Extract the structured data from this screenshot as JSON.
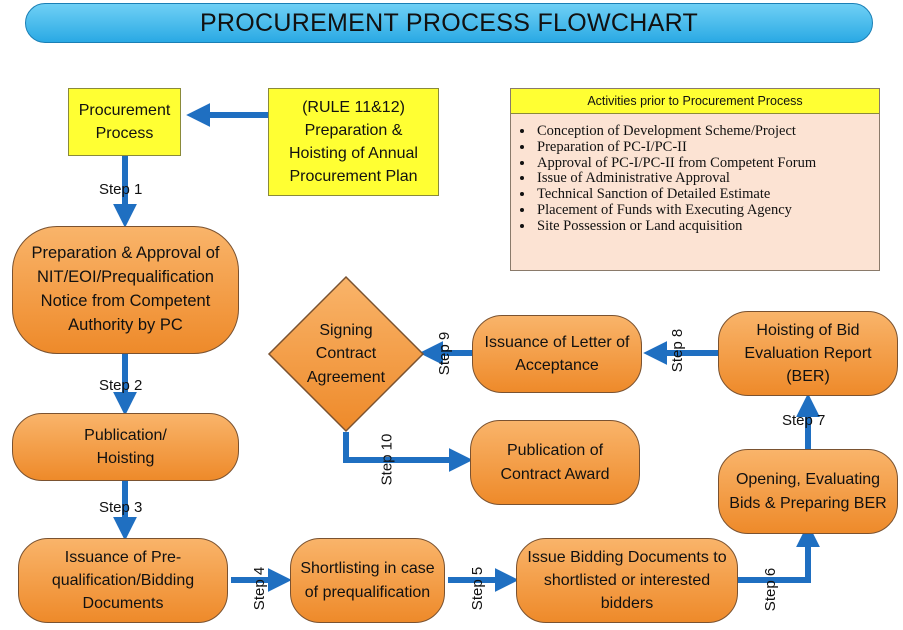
{
  "title": "PROCUREMENT PROCESS FLOWCHART",
  "nodes": {
    "procurement_process": "Procurement Process",
    "annual_plan": "(RULE 11&12) Preparation & Hoisting of Annual Procurement Plan",
    "nit_approval": "Preparation & Approval of NIT/EOI/Prequalification Notice from Competent Authority by PC",
    "publication": "Publication/ Hoisting",
    "issuance_docs": "Issuance of Pre-qualification/Bidding Documents",
    "shortlisting": "Shortlisting in case of prequalification",
    "issue_bidding": "Issue Bidding Documents to shortlisted or interested bidders",
    "opening_evaluating": "Opening, Evaluating Bids & Preparing BER",
    "hoisting_ber": "Hoisting of Bid Evaluation Report (BER)",
    "letter_acceptance": "Issuance of Letter of Acceptance",
    "signing_contract": "Signing Contract Agreement",
    "publication_award": "Publication of Contract Award"
  },
  "activities": {
    "heading": "Activities prior to Procurement Process",
    "items": [
      "Conception of Development Scheme/Project",
      "Preparation of PC-I/PC-II",
      "Approval of PC-I/PC-II from Competent Forum",
      "Issue of Administrative Approval",
      "Technical Sanction of Detailed Estimate",
      "Placement of Funds with Executing Agency",
      "Site Possession or Land acquisition"
    ]
  },
  "steps": {
    "s1": "Step 1",
    "s2": "Step 2",
    "s3": "Step 3",
    "s4": "Step 4",
    "s5": "Step 5",
    "s6": "Step 6",
    "s7": "Step 7",
    "s8": "Step 8",
    "s9": "Step 9",
    "s10": "Step 10"
  },
  "colors": {
    "arrow": "#1f6fc1",
    "pill": "#f3a04a",
    "yellow": "#ffff33",
    "title": "#3bb6ec"
  }
}
